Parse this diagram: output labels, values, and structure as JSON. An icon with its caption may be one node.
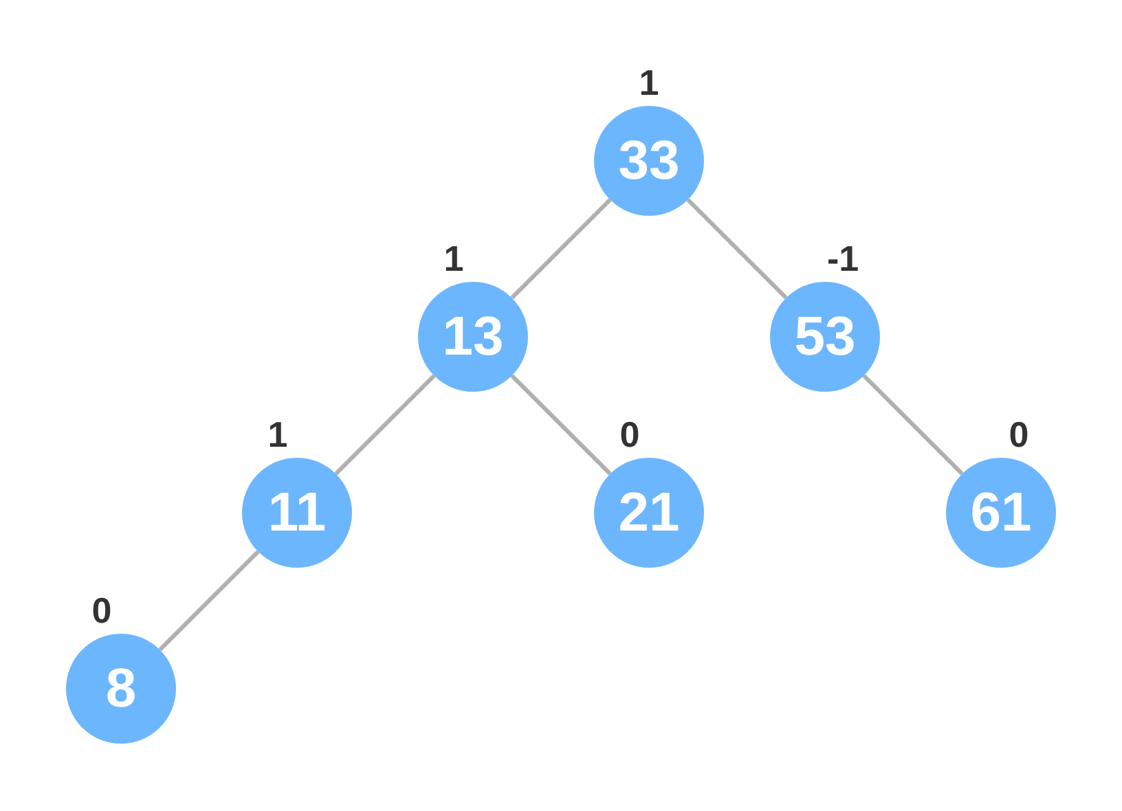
{
  "diagram": {
    "nodes": [
      {
        "text": [
          "33"
        ],
        "beside": [
          "1"
        ]
      },
      {
        "text": [
          "13"
        ],
        "beside": [
          "1"
        ]
      },
      {
        "text": [
          "53"
        ],
        "beside": [
          "-1"
        ]
      },
      {
        "text": [
          "11"
        ],
        "beside": [
          "1"
        ]
      },
      {
        "text": [
          "21"
        ],
        "beside": [
          "0"
        ]
      },
      {
        "text": [
          "61"
        ],
        "beside": [
          "0"
        ]
      },
      {
        "text": [
          "8"
        ],
        "beside": [
          "0"
        ]
      }
    ],
    "edges": [
      {
        "from": 0,
        "to": 1,
        "arrow": "none"
      },
      {
        "from": 0,
        "to": 2,
        "arrow": "none"
      },
      {
        "from": 1,
        "to": 3,
        "arrow": "none"
      },
      {
        "from": 1,
        "to": 4,
        "arrow": "none"
      },
      {
        "from": 2,
        "to": 5,
        "arrow": "none"
      },
      {
        "from": 3,
        "to": 6,
        "arrow": "none"
      }
    ]
  }
}
